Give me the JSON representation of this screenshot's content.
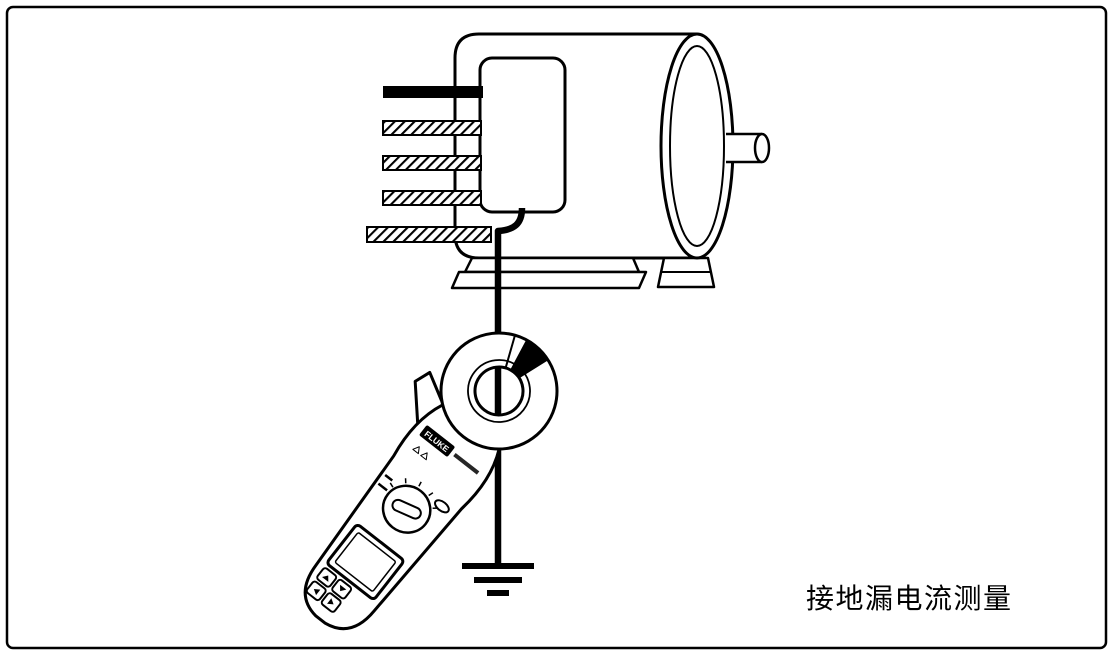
{
  "colors": {
    "line": "#000000",
    "background": "#ffffff"
  },
  "caption": "接地漏电流测量",
  "meter": {
    "brand": "FLUKE",
    "button_icons": [
      "up-arrow",
      "down-arrow",
      "left-arrow",
      "right-arrow"
    ]
  }
}
